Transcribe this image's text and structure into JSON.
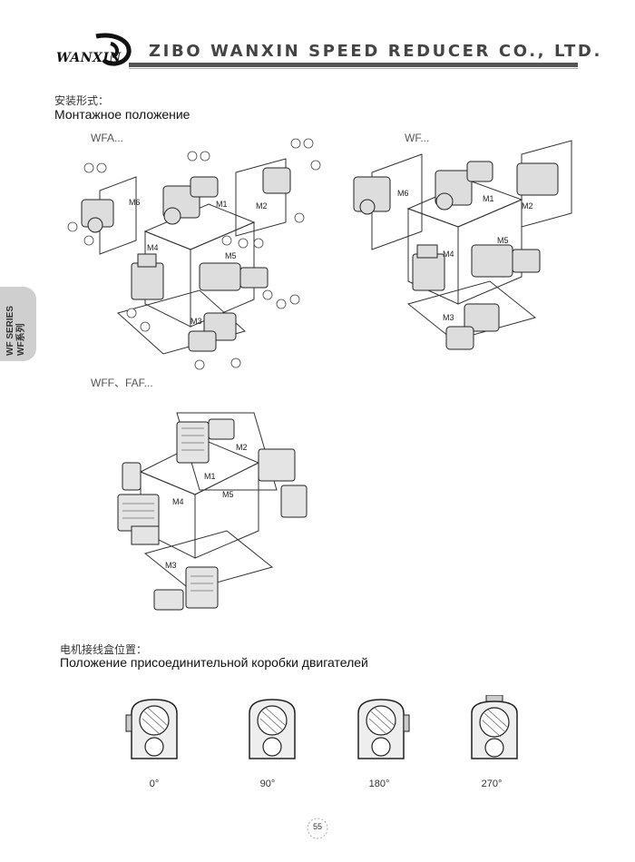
{
  "header": {
    "logo_text": "WANXIN",
    "company": "ZIBO WANXIN SPEED REDUCER CO., LTD."
  },
  "side_tab": {
    "line1": "WF SERIES",
    "line2": "WF系列"
  },
  "mounting": {
    "title_zh": "安装形式：",
    "title_ru": "Монтажное положение",
    "diagrams": [
      {
        "label": "WFA...",
        "positions": [
          "M1",
          "M2",
          "M3",
          "M4",
          "M5",
          "M6"
        ]
      },
      {
        "label": "WF...",
        "positions": [
          "M1",
          "M2",
          "M3",
          "M4",
          "M5",
          "M6"
        ]
      },
      {
        "label": "WFF、FAF...",
        "positions": [
          "M1",
          "M2",
          "M3",
          "M4",
          "M5"
        ]
      }
    ]
  },
  "terminal_box": {
    "title_zh": "电机接线盒位置：",
    "title_ru": "Положение присоединительной коробки двигателей",
    "angles": [
      "0°",
      "90°",
      "180°",
      "270°"
    ]
  },
  "page_number": "55"
}
